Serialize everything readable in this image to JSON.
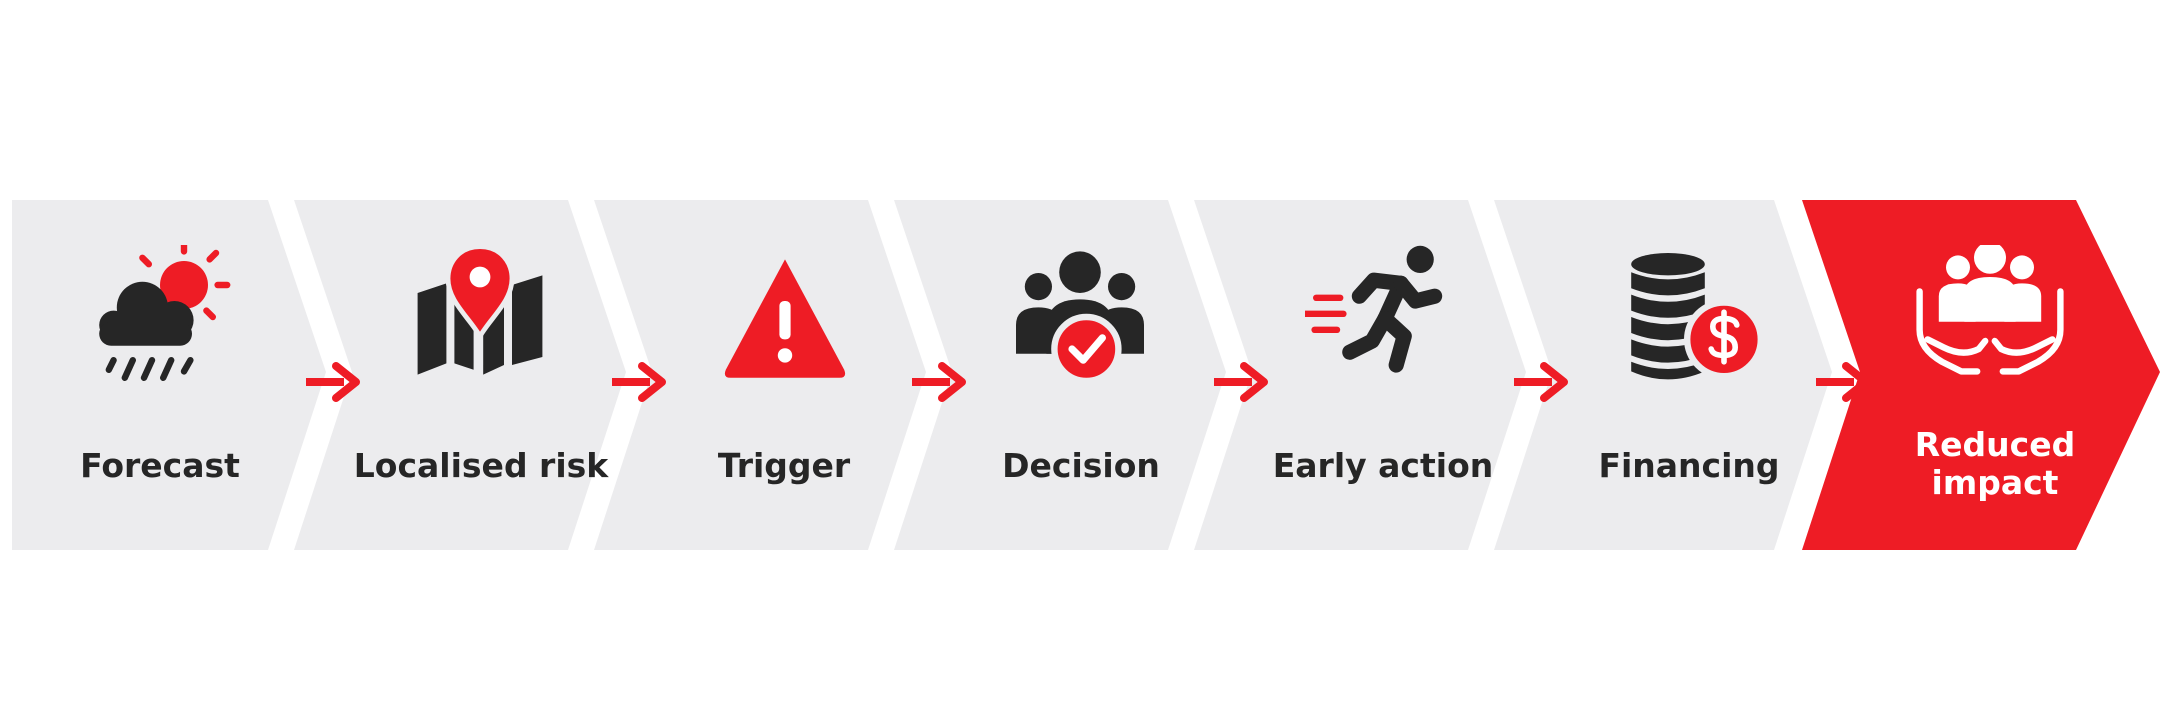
{
  "colors": {
    "panel": "#ececee",
    "accent": "#ee1c25",
    "icon_dark": "#262626",
    "text_dark": "#262626",
    "text_on_accent": "#ffffff",
    "background": "#ffffff"
  },
  "steps": [
    {
      "label": "Forecast",
      "icon": "cloud-sun-rain-icon",
      "highlight": false
    },
    {
      "label": "Localised risk",
      "icon": "map-pin-icon",
      "highlight": false
    },
    {
      "label": "Trigger",
      "icon": "warning-triangle-icon",
      "highlight": false
    },
    {
      "label": "Decision",
      "icon": "group-check-icon",
      "highlight": false
    },
    {
      "label": "Early action",
      "icon": "running-person-icon",
      "highlight": false
    },
    {
      "label": "Financing",
      "icon": "coins-dollar-icon",
      "highlight": false
    },
    {
      "label": "Reduced\nimpact",
      "icon": "hands-protect-people-icon",
      "highlight": true
    }
  ],
  "connectors": {
    "icon": "arrow-right-icon"
  }
}
